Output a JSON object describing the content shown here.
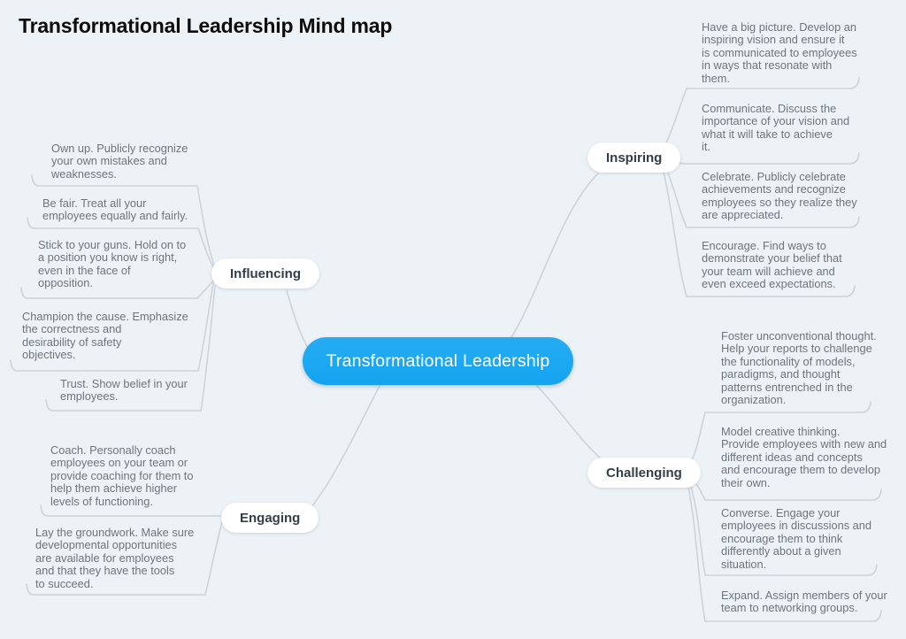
{
  "title": "Transformational Leadership Mind map",
  "colors": {
    "background": "#edf2f6",
    "root_fill": "#18a9f2",
    "root_text": "#ffffff",
    "branch_fill": "#ffffff",
    "branch_text": "#333e48",
    "leaf_text": "#6d757d",
    "connector_line": "#ccd4db"
  },
  "mindmap": {
    "root": {
      "label": "Transformational Leadership"
    },
    "branches": [
      {
        "label": "Inspiring",
        "children": [
          "Have a big picture. Develop an\ninspiring vision and ensure it\nis communicated to employees\nin ways that resonate with\nthem.",
          "Communicate. Discuss the\nimportance of your vision and\nwhat it will take to achieve\nit.",
          "Celebrate. Publicly celebrate\nachievements and recognize\nemployees so they realize they\nare appreciated.",
          "Encourage. Find ways to\ndemonstrate your belief that\nyour team will achieve and\neven exceed expectations."
        ]
      },
      {
        "label": "Influencing",
        "children": [
          "Own up. Publicly recognize\nyour own mistakes and\nweaknesses.",
          "Be fair. Treat all your\nemployees equally and fairly.",
          "Stick to your guns. Hold on to\na position you know is right,\neven in the face of\nopposition.",
          "Champion the cause. Emphasize\nthe correctness and\ndesirability of safety\nobjectives.",
          "Trust. Show belief in your\nemployees."
        ]
      },
      {
        "label": "Challenging",
        "children": [
          "Foster unconventional thought.\nHelp your reports to challenge\nthe functionality of models,\nparadigms, and thought\npatterns entrenched in the\norganization.",
          "Model creative thinking.\nProvide employees with new and\ndifferent ideas and concepts\nand encourage them to develop\ntheir own.",
          "Converse. Engage your\nemployees in discussions and\nencourage them to think\ndifferently about a given\nsituation.",
          "Expand. Assign members of your\nteam to networking groups."
        ]
      },
      {
        "label": "Engaging",
        "children": [
          "Coach. Personally coach\nemployees on your team or\nprovide coaching for them to\nhelp them achieve higher\nlevels of functioning.",
          "Lay the groundwork. Make sure\ndevelopmental opportunities\nare available for employees\nand that they have the tools\nto succeed."
        ]
      }
    ]
  }
}
